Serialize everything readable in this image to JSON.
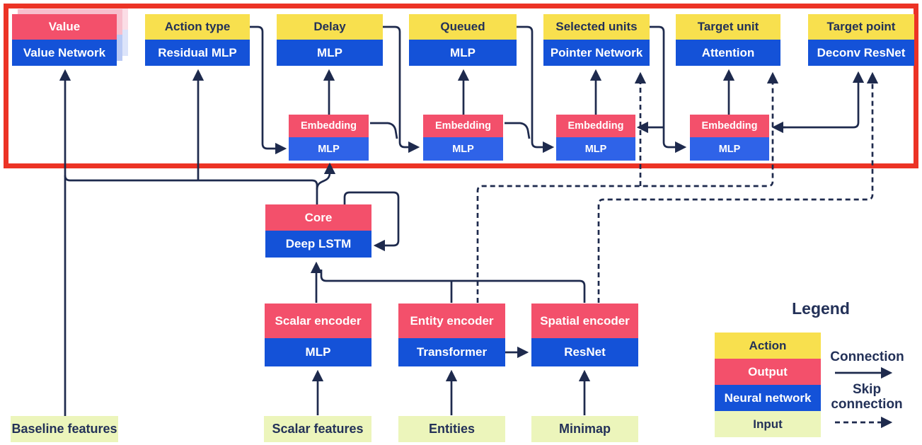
{
  "diagram": {
    "heads": [
      {
        "top": "Value",
        "bottom": "Value Network"
      },
      {
        "top": "Action type",
        "bottom": "Residual MLP"
      },
      {
        "top": "Delay",
        "bottom": "MLP"
      },
      {
        "top": "Queued",
        "bottom": "MLP"
      },
      {
        "top": "Selected units",
        "bottom": "Pointer Network"
      },
      {
        "top": "Target unit",
        "bottom": "Attention"
      },
      {
        "top": "Target point",
        "bottom": "Deconv ResNet"
      }
    ],
    "embeddings": [
      {
        "top": "Embedding",
        "bottom": "MLP"
      },
      {
        "top": "Embedding",
        "bottom": "MLP"
      },
      {
        "top": "Embedding",
        "bottom": "MLP"
      },
      {
        "top": "Embedding",
        "bottom": "MLP"
      }
    ],
    "core": {
      "top": "Core",
      "bottom": "Deep LSTM"
    },
    "encoders": [
      {
        "top": "Scalar encoder",
        "bottom": "MLP"
      },
      {
        "top": "Entity encoder",
        "bottom": "Transformer"
      },
      {
        "top": "Spatial encoder",
        "bottom": "ResNet"
      }
    ],
    "inputs": [
      "Baseline features",
      "Scalar features",
      "Entities",
      "Minimap"
    ],
    "legend": {
      "title": "Legend",
      "items": [
        {
          "label": "Action"
        },
        {
          "label": "Output"
        },
        {
          "label": "Neural network"
        },
        {
          "label": "Input"
        }
      ],
      "connection_label": "Connection",
      "skip_label": "Skip connection"
    }
  },
  "colors": {
    "action": "#f8e04e",
    "output": "#f3506b",
    "network": "#1452d8",
    "embnetwork": "#2f63e8",
    "input": "#ecf5bb",
    "text": "#233158",
    "line": "#1e2a4d",
    "highlight": "#ec3325",
    "shadowpink1": "#f7bfcd",
    "shadowblue1": "#b9c9f4",
    "shadowpink2": "#fbdde6",
    "shadowblue2": "#dce4fa"
  }
}
